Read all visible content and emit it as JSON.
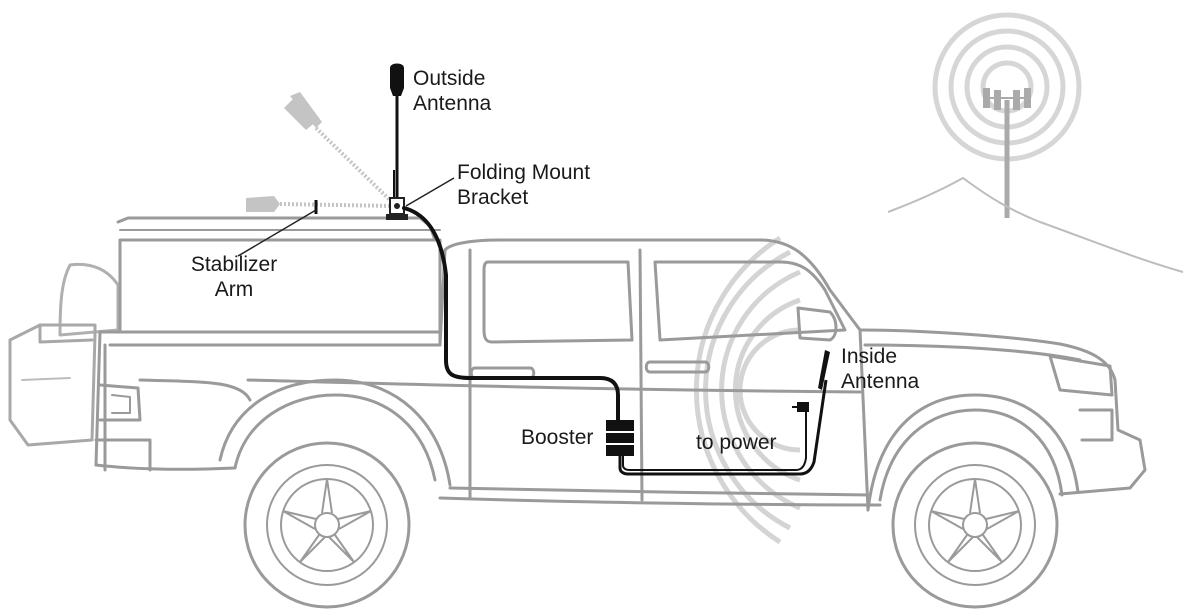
{
  "labels": {
    "outside_antenna": [
      "Outside",
      "Antenna"
    ],
    "folding_mount_bracket": [
      "Folding Mount",
      "Bracket"
    ],
    "stabilizer_arm": [
      "Stabilizer",
      "Arm"
    ],
    "inside_antenna": [
      "Inside",
      "Antenna"
    ],
    "booster": "Booster",
    "to_power": "to power"
  },
  "colors": {
    "truck_outline": "#9a9a9a",
    "cable": "#111111",
    "ghost_parts": "#c8c8c8",
    "signal_rings": "#d0d0d0",
    "text": "#1a1a1a"
  },
  "icons": {
    "tower": "cell-tower-icon",
    "booster": "booster-unit-icon"
  }
}
